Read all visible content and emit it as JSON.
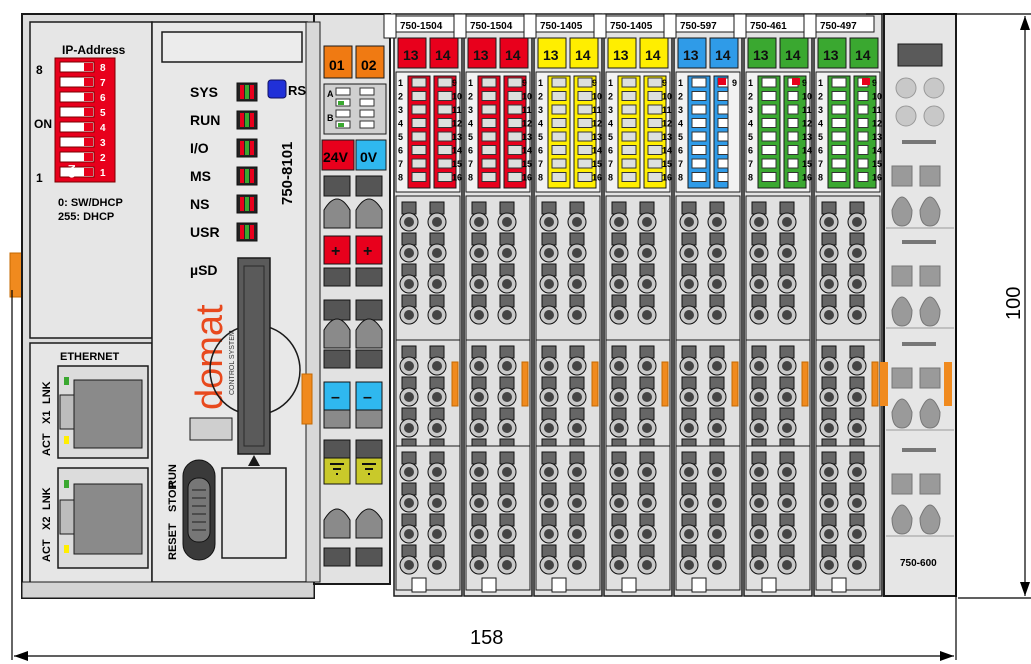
{
  "dimensions": {
    "width_label": "158",
    "height_label": "100"
  },
  "controller": {
    "ip_address_label": "IP-Address",
    "dip_top_label": "8",
    "dip_on_label": "ON",
    "dip_bottom_label": "1",
    "dip_numbers": [
      "8",
      "7",
      "6",
      "5",
      "4",
      "3",
      "2",
      "1"
    ],
    "dip_switch_on": "ON",
    "mode_line1": "0: SW/DHCP",
    "mode_line2": "255: DHCP",
    "leds": [
      "SYS",
      "RUN",
      "I/O",
      "MS",
      "NS",
      "USR"
    ],
    "rst_label": "RST",
    "usd_label": "µSD",
    "model": "750-8101",
    "brand": "domat",
    "brand_sub": "CONTROL SYSTEM",
    "ethernet_label": "ETHERNET",
    "port1": {
      "act": "ACT",
      "id": "X1",
      "lnk": "LNK"
    },
    "port2": {
      "act": "ACT",
      "id": "X2",
      "lnk": "LNK"
    },
    "switch_labels": [
      "RESET",
      "STOP",
      "RUN"
    ]
  },
  "supply": {
    "channels": [
      "01",
      "02"
    ],
    "ab_labels": [
      "A",
      "B"
    ],
    "v24": "24V",
    "v0": "0V",
    "plus": "+",
    "minus": "–"
  },
  "modules": [
    {
      "model": "750-1504",
      "color": "#e8001c",
      "ch": [
        "13",
        "14"
      ],
      "type": "red"
    },
    {
      "model": "750-1504",
      "color": "#e8001c",
      "ch": [
        "13",
        "14"
      ],
      "type": "red"
    },
    {
      "model": "750-1405",
      "color": "#ffee00",
      "ch": [
        "13",
        "14"
      ],
      "type": "yellow"
    },
    {
      "model": "750-1405",
      "color": "#ffee00",
      "ch": [
        "13",
        "14"
      ],
      "type": "yellow"
    },
    {
      "model": "750-597",
      "color": "#2f9be8",
      "ch": [
        "13",
        "14"
      ],
      "type": "blue"
    },
    {
      "model": "750-461",
      "color": "#3aa830",
      "ch": [
        "13",
        "14"
      ],
      "type": "green"
    },
    {
      "model": "750-497",
      "color": "#3aa830",
      "ch": [
        "13",
        "14"
      ],
      "type": "green"
    }
  ],
  "terminal_numbers_left": [
    "1",
    "2",
    "3",
    "4",
    "5",
    "6",
    "7",
    "8"
  ],
  "terminal_numbers_right": [
    "9",
    "10",
    "11",
    "12",
    "13",
    "14",
    "15",
    "16"
  ],
  "end_module": {
    "model": "750-600"
  }
}
